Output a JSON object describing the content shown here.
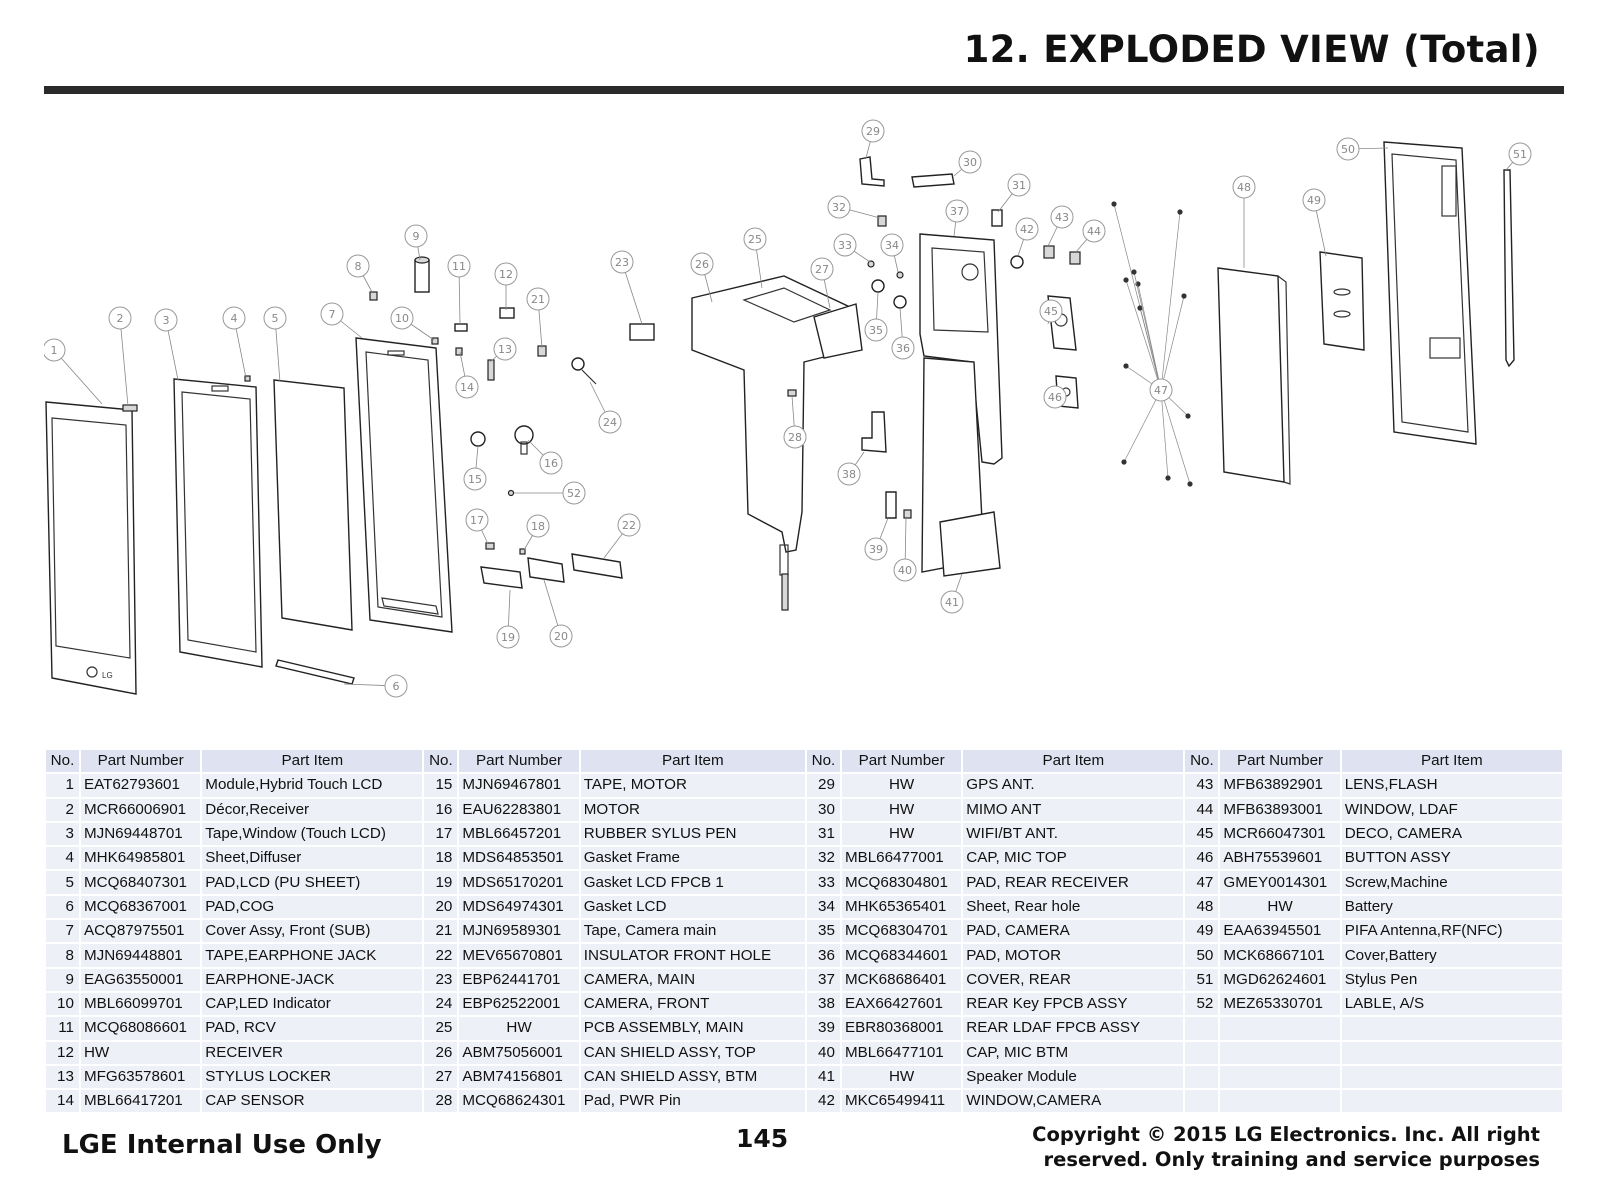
{
  "page": {
    "title": "12. EXPLODED VIEW (Total)",
    "footer_left": "LGE Internal Use Only",
    "page_number": "145",
    "copyright_line1": "Copyright © 2015 LG Electronics. Inc. All right",
    "copyright_line2": "reserved. Only training and service purposes"
  },
  "table": {
    "headers": {
      "no": "No.",
      "part_number": "Part Number",
      "part_item": "Part Item"
    },
    "columns": [
      [
        {
          "no": "1",
          "pn": "EAT62793601",
          "item": "Module,Hybrid Touch LCD"
        },
        {
          "no": "2",
          "pn": "MCR66006901",
          "item": "Décor,Receiver"
        },
        {
          "no": "3",
          "pn": "MJN69448701",
          "item": "Tape,Window (Touch LCD)"
        },
        {
          "no": "4",
          "pn": "MHK64985801",
          "item": "Sheet,Diffuser"
        },
        {
          "no": "5",
          "pn": "MCQ68407301",
          "item": "PAD,LCD (PU SHEET)"
        },
        {
          "no": "6",
          "pn": "MCQ68367001",
          "item": "PAD,COG"
        },
        {
          "no": "7",
          "pn": "ACQ87975501",
          "item": "Cover Assy, Front (SUB)"
        },
        {
          "no": "8",
          "pn": "MJN69448801",
          "item": "TAPE,EARPHONE JACK"
        },
        {
          "no": "9",
          "pn": "EAG63550001",
          "item": "EARPHONE-JACK"
        },
        {
          "no": "10",
          "pn": "MBL66099701",
          "item": "CAP,LED Indicator"
        },
        {
          "no": "11",
          "pn": "MCQ68086601",
          "item": "PAD, RCV"
        },
        {
          "no": "12",
          "pn": "HW",
          "item": "RECEIVER"
        },
        {
          "no": "13",
          "pn": "MFG63578601",
          "item": "STYLUS LOCKER"
        },
        {
          "no": "14",
          "pn": "MBL66417201",
          "item": "CAP SENSOR"
        }
      ],
      [
        {
          "no": "15",
          "pn": "MJN69467801",
          "item": "TAPE, MOTOR"
        },
        {
          "no": "16",
          "pn": "EAU62283801",
          "item": "MOTOR"
        },
        {
          "no": "17",
          "pn": "MBL66457201",
          "item": "RUBBER SYLUS PEN"
        },
        {
          "no": "18",
          "pn": "MDS64853501",
          "item": "Gasket Frame"
        },
        {
          "no": "19",
          "pn": "MDS65170201",
          "item": "Gasket LCD FPCB 1"
        },
        {
          "no": "20",
          "pn": "MDS64974301",
          "item": "Gasket LCD"
        },
        {
          "no": "21",
          "pn": "MJN69589301",
          "item": "Tape, Camera main"
        },
        {
          "no": "22",
          "pn": "MEV65670801",
          "item": "INSULATOR FRONT HOLE"
        },
        {
          "no": "23",
          "pn": "EBP62441701",
          "item": "CAMERA, MAIN"
        },
        {
          "no": "24",
          "pn": "EBP62522001",
          "item": "CAMERA, FRONT"
        },
        {
          "no": "25",
          "pn": "HW",
          "item": "PCB ASSEMBLY, MAIN"
        },
        {
          "no": "26",
          "pn": "ABM75056001",
          "item": "CAN SHIELD ASSY, TOP"
        },
        {
          "no": "27",
          "pn": "ABM74156801",
          "item": "CAN SHIELD ASSY, BTM"
        },
        {
          "no": "28",
          "pn": "MCQ68624301",
          "item": "Pad, PWR Pin"
        }
      ],
      [
        {
          "no": "29",
          "pn": "HW",
          "item": "GPS ANT."
        },
        {
          "no": "30",
          "pn": "HW",
          "item": "MIMO ANT"
        },
        {
          "no": "31",
          "pn": "HW",
          "item": "WIFI/BT ANT."
        },
        {
          "no": "32",
          "pn": "MBL66477001",
          "item": "CAP, MIC TOP"
        },
        {
          "no": "33",
          "pn": "MCQ68304801",
          "item": "PAD, REAR RECEIVER"
        },
        {
          "no": "34",
          "pn": "MHK65365401",
          "item": "Sheet, Rear hole"
        },
        {
          "no": "35",
          "pn": "MCQ68304701",
          "item": "PAD, CAMERA"
        },
        {
          "no": "36",
          "pn": "MCQ68344601",
          "item": "PAD, MOTOR"
        },
        {
          "no": "37",
          "pn": "MCK68686401",
          "item": "COVER, REAR"
        },
        {
          "no": "38",
          "pn": "EAX66427601",
          "item": "REAR Key FPCB ASSY"
        },
        {
          "no": "39",
          "pn": "EBR80368001",
          "item": "REAR LDAF FPCB ASSY"
        },
        {
          "no": "40",
          "pn": "MBL66477101",
          "item": "CAP, MIC BTM"
        },
        {
          "no": "41",
          "pn": "HW",
          "item": "Speaker Module"
        },
        {
          "no": "42",
          "pn": "MKC65499411",
          "item": "WINDOW,CAMERA"
        }
      ],
      [
        {
          "no": "43",
          "pn": "MFB63892901",
          "item": "LENS,FLASH"
        },
        {
          "no": "44",
          "pn": "MFB63893001",
          "item": "WINDOW, LDAF"
        },
        {
          "no": "45",
          "pn": "MCR66047301",
          "item": "DECO, CAMERA"
        },
        {
          "no": "46",
          "pn": "ABH75539601",
          "item": "BUTTON ASSY"
        },
        {
          "no": "47",
          "pn": "GMEY0014301",
          "item": "Screw,Machine"
        },
        {
          "no": "48",
          "pn": "HW",
          "item": "Battery"
        },
        {
          "no": "49",
          "pn": "EAA63945501",
          "item": "PIFA Antenna,RF(NFC)"
        },
        {
          "no": "50",
          "pn": "MCK68667101",
          "item": "Cover,Battery"
        },
        {
          "no": "51",
          "pn": "MGD62624601",
          "item": "Stylus Pen"
        },
        {
          "no": "52",
          "pn": "MEZ65330701",
          "item": "LABLE, A/S"
        },
        {
          "no": "",
          "pn": "",
          "item": ""
        },
        {
          "no": "",
          "pn": "",
          "item": ""
        },
        {
          "no": "",
          "pn": "",
          "item": ""
        },
        {
          "no": "",
          "pn": "",
          "item": ""
        }
      ]
    ]
  },
  "diagram": {
    "lcd_logo": "LG",
    "callouts": [
      "1",
      "2",
      "3",
      "4",
      "5",
      "6",
      "7",
      "8",
      "9",
      "10",
      "11",
      "12",
      "13",
      "14",
      "15",
      "16",
      "17",
      "18",
      "19",
      "20",
      "21",
      "22",
      "23",
      "24",
      "25",
      "26",
      "27",
      "28",
      "29",
      "30",
      "31",
      "32",
      "33",
      "34",
      "35",
      "36",
      "37",
      "38",
      "39",
      "40",
      "41",
      "42",
      "43",
      "44",
      "45",
      "46",
      "47",
      "48",
      "49",
      "50",
      "51",
      "52"
    ]
  }
}
